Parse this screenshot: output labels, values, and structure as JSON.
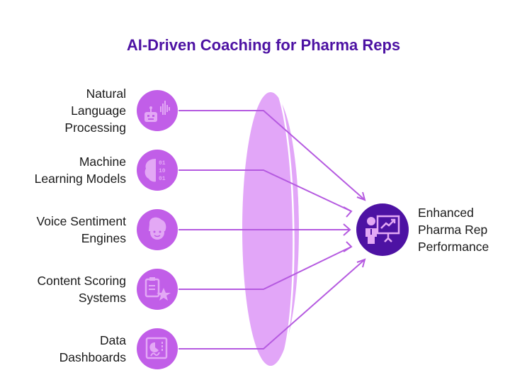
{
  "title": "AI-Driven Coaching for Pharma Reps",
  "inputs": [
    {
      "label": "Natural Language Processing",
      "lines": [
        "Natural",
        "Language",
        "Processing"
      ],
      "icon": "robot-voice-icon"
    },
    {
      "label": "Machine Learning Models",
      "lines": [
        "Machine",
        "Learning Models"
      ],
      "icon": "brain-binary-icon"
    },
    {
      "label": "Voice Sentiment Engines",
      "lines": [
        "Voice Sentiment",
        "Engines"
      ],
      "icon": "smiling-face-icon"
    },
    {
      "label": "Content Scoring Systems",
      "lines": [
        "Content Scoring",
        "Systems"
      ],
      "icon": "clipboard-star-icon"
    },
    {
      "label": "Data Dashboards",
      "lines": [
        "Data",
        "Dashboards"
      ],
      "icon": "dashboard-chart-icon"
    }
  ],
  "output": {
    "label": "Enhanced Pharma Rep Performance",
    "lines": [
      "Enhanced",
      "Pharma Rep",
      "Performance"
    ],
    "icon": "presenter-growth-icon"
  },
  "colors": {
    "title": "#4d12a3",
    "input_circle": "#c15ee8",
    "icon_fill": "#e3a8f5",
    "lens": "#e2a6f8",
    "arrow": "#b55ae0",
    "output_circle": "#4d12a3",
    "output_icon": "#e3a8f5"
  }
}
